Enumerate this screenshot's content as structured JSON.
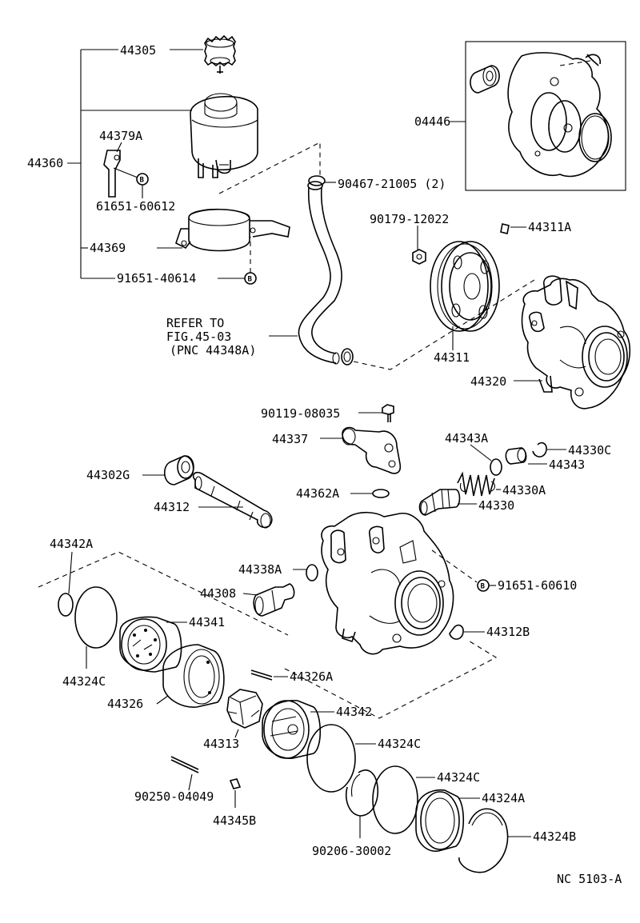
{
  "figure_code": "NC 5103-A",
  "refer_note": {
    "line1": "REFER TO",
    "line2": "FIG.45-03",
    "line3": "(PNC 44348A)"
  },
  "marker_letter": "B",
  "callouts": {
    "c44305": "44305",
    "c44360": "44360",
    "c44379A": "44379A",
    "c61651_60612": "61651-60612",
    "c44369": "44369",
    "c91651_40614": "91651-40614",
    "c04446": "04446",
    "c90467_21005": "90467-21005 (2)",
    "c90179_12022": "90179-12022",
    "c44311A": "44311A",
    "c44311": "44311",
    "c44320": "44320",
    "c90119_08035": "90119-08035",
    "c44337": "44337",
    "c44343A": "44343A",
    "c44330C": "44330C",
    "c44343": "44343",
    "c44302G": "44302G",
    "c44362A": "44362A",
    "c44330A": "44330A",
    "c44312": "44312",
    "c44330": "44330",
    "c44342A": "44342A",
    "c44338A": "44338A",
    "c91651_60610": "91651-60610",
    "c44308": "44308",
    "c44341": "44341",
    "c44312B": "44312B",
    "c44324C_left": "44324C",
    "c44326A": "44326A",
    "c44326": "44326",
    "c44342": "44342",
    "c44313": "44313",
    "c44324C_mid": "44324C",
    "c44324C_right": "44324C",
    "c90250_04049": "90250-04049",
    "c44324A": "44324A",
    "c44345B": "44345B",
    "c44324B": "44324B",
    "c90206_30002": "90206-30002"
  }
}
